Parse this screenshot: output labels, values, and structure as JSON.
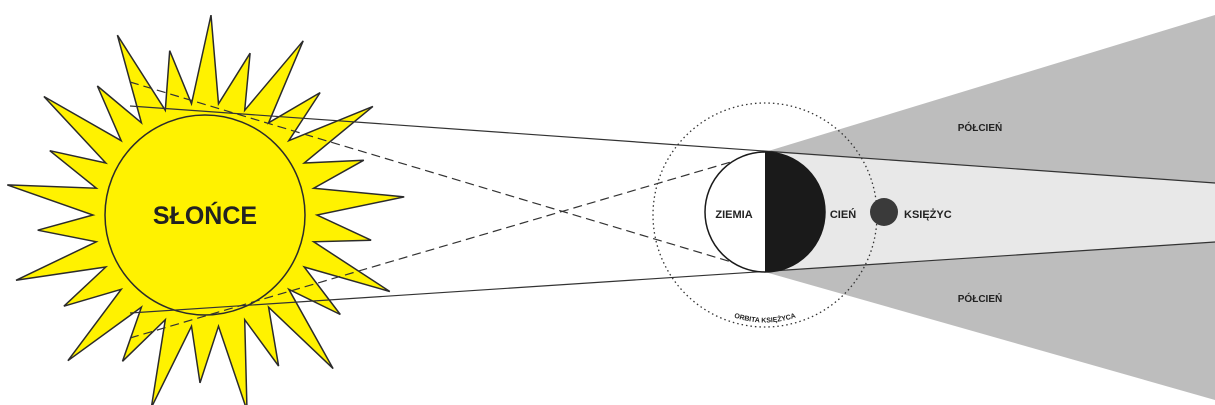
{
  "labels": {
    "sun": "SŁOŃCE",
    "earth": "ZIEMIA",
    "shadow": "CIEŃ",
    "moon": "KSIĘŻYC",
    "penumbra_top": "PÓŁCIEŃ",
    "penumbra_bottom": "PÓŁCIEŃ",
    "moon_orbit": "ORBITA KSIĘŻYCA"
  },
  "colors": {
    "sun_fill": "#FFF200",
    "sun_stroke": "#2b2b2b",
    "umbra_fill": "#e8e8e8",
    "penumbra_fill": "#bdbdbd",
    "earth_night": "#1a1a1a",
    "earth_day": "#ffffff",
    "moon_fill": "#3a3a3a",
    "line": "#333333"
  }
}
